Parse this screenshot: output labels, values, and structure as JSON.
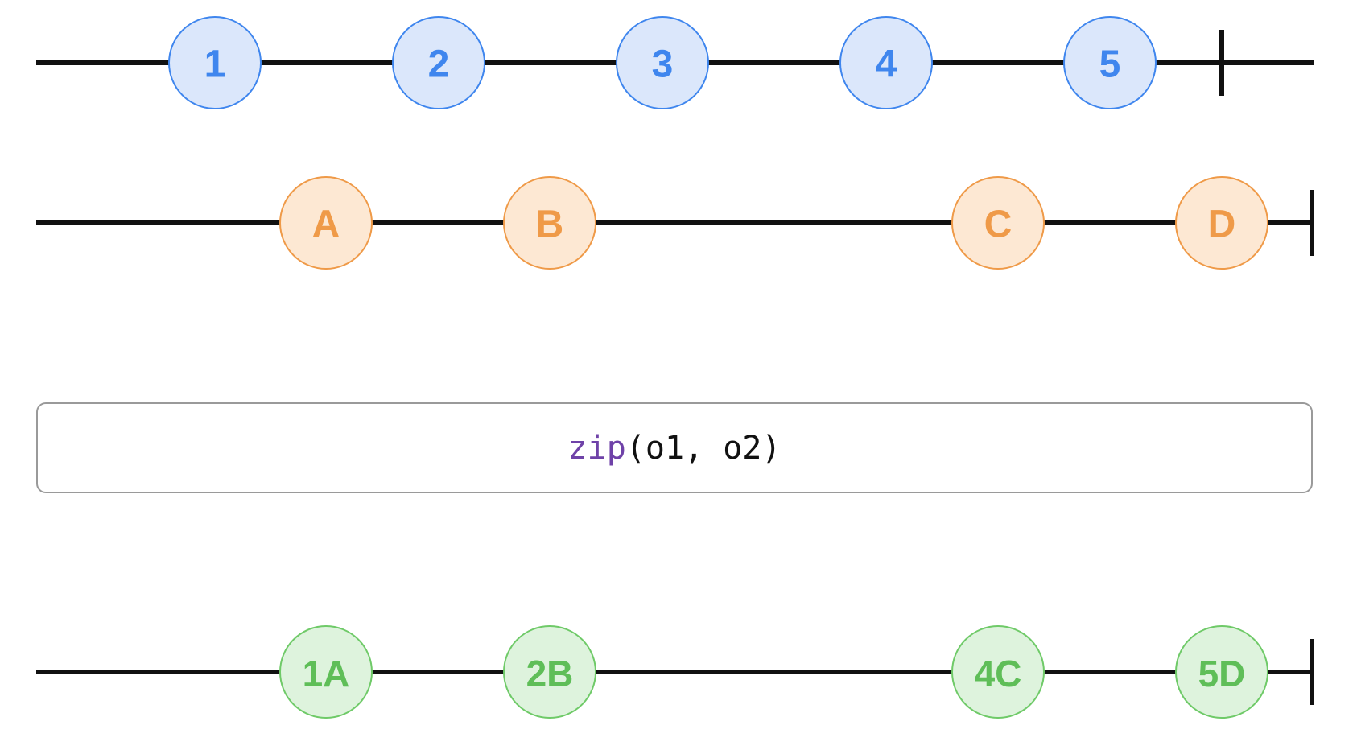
{
  "colors": {
    "line": "#111111",
    "blue_fill": "#dbe7fb",
    "blue_stroke": "#3f86ee",
    "blue_text": "#3f86ee",
    "orange_fill": "#fde8d3",
    "orange_stroke": "#ef9a48",
    "orange_text": "#ef9a48",
    "green_fill": "#def3dd",
    "green_stroke": "#6fca68",
    "green_text": "#5fbe58",
    "function": "#6f42a8",
    "box_border": "#9a9a9a"
  },
  "operator": {
    "function": "zip",
    "args": "(o1, o2)"
  },
  "streams": [
    {
      "name": "",
      "color": "blue",
      "completed": true,
      "events": [
        "1",
        "2",
        "3",
        "4",
        "5"
      ]
    },
    {
      "name": "",
      "color": "orange",
      "completed": true,
      "events": [
        "A",
        "B",
        "C",
        "D"
      ]
    },
    {
      "name": "",
      "color": "green",
      "completed": true,
      "events": [
        "1A",
        "2B",
        "4C",
        "5D"
      ]
    }
  ]
}
